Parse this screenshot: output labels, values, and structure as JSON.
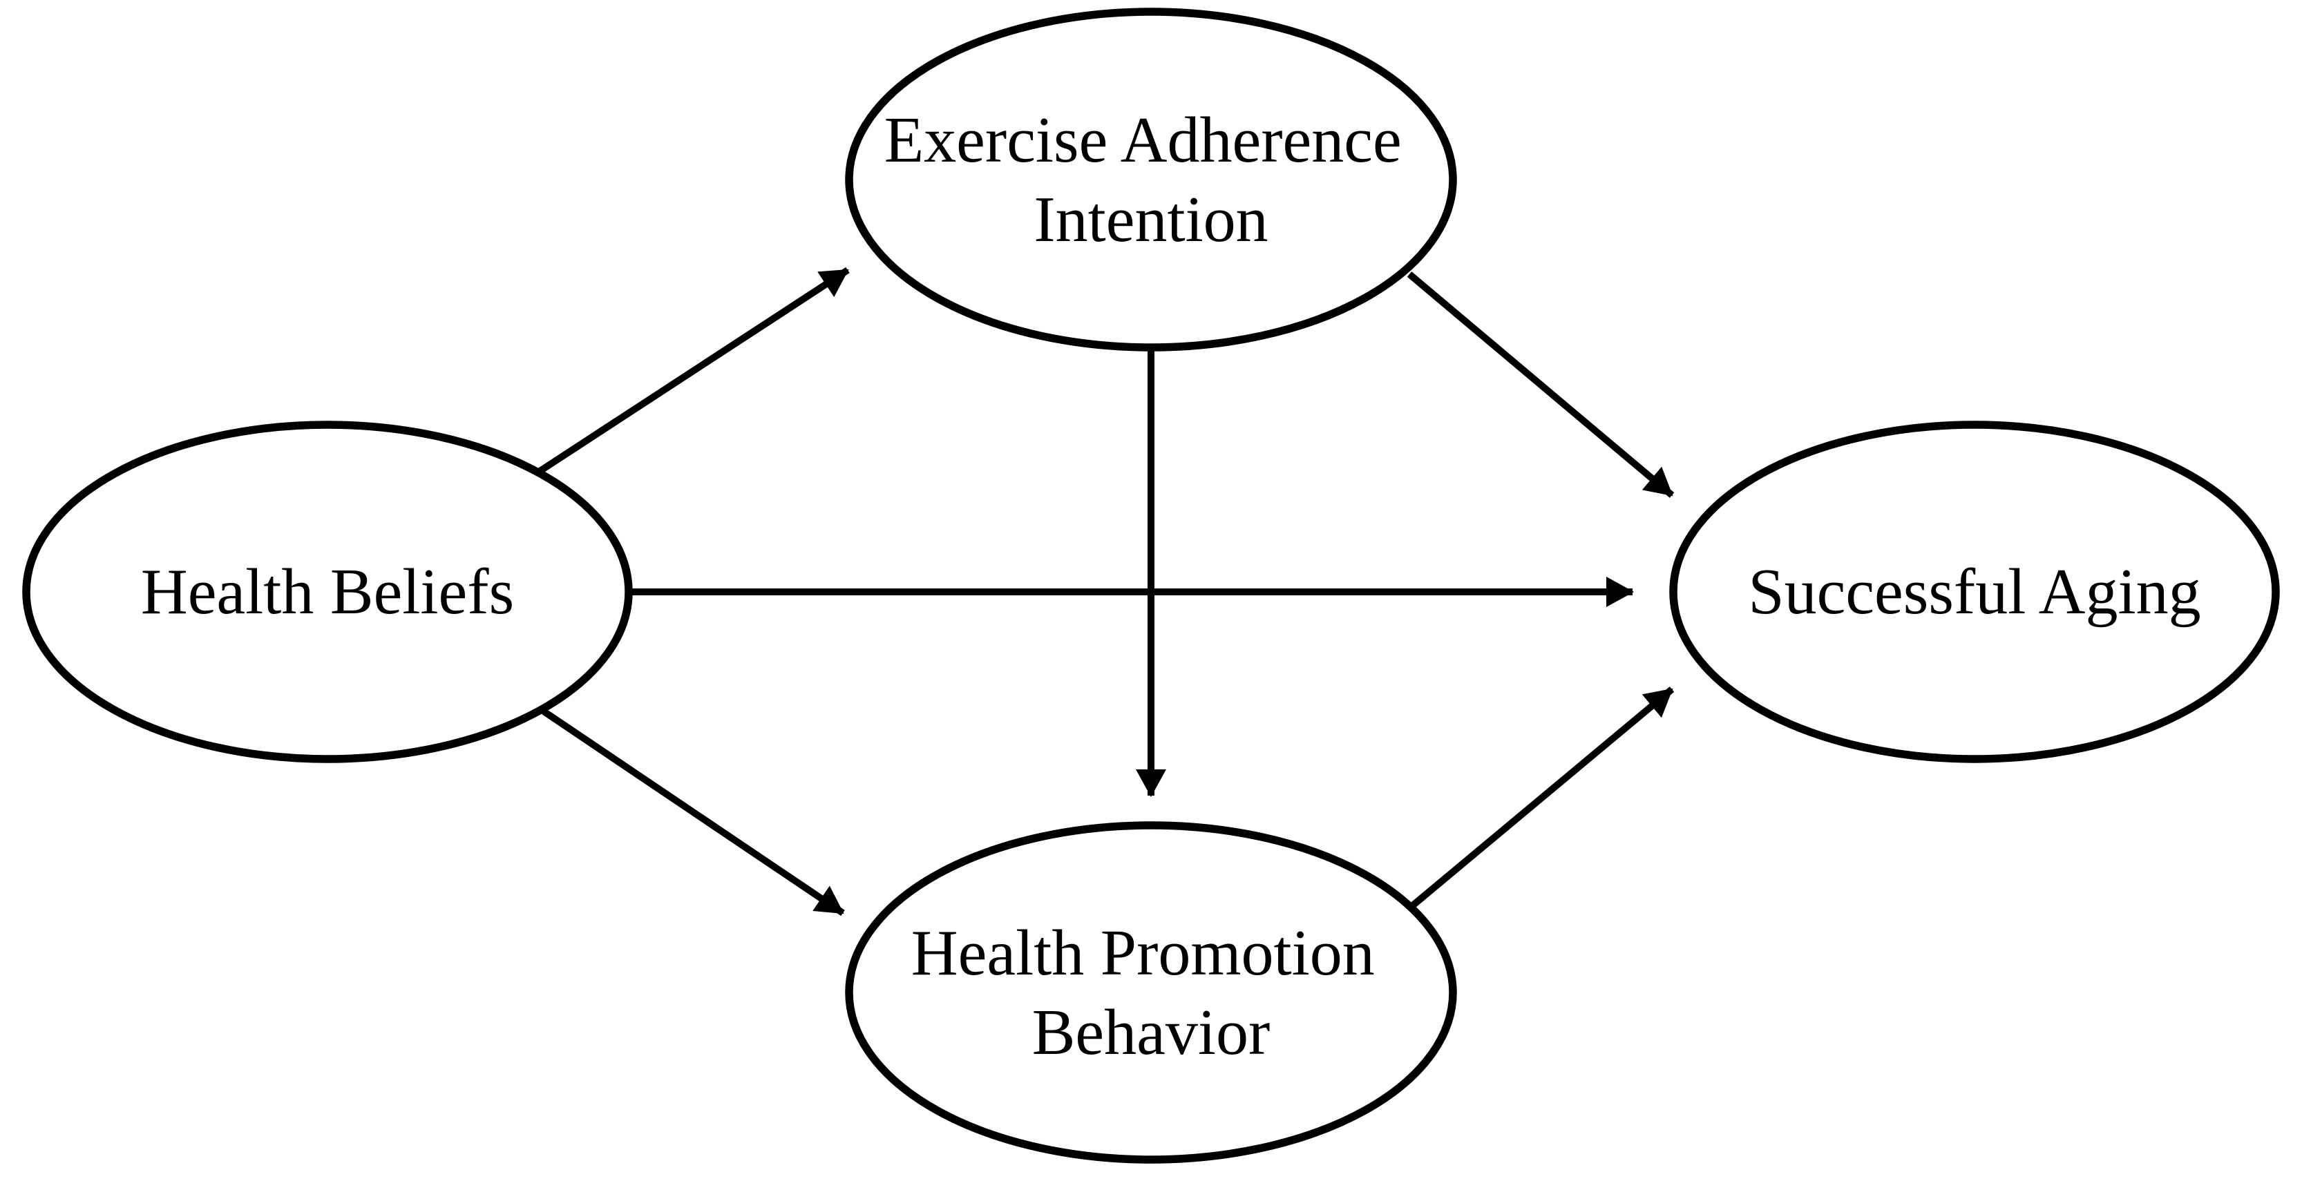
{
  "diagram": {
    "type": "path-model",
    "colors": {
      "background": "#ffffff",
      "stroke": "#000000",
      "text": "#000000"
    },
    "nodes": {
      "eai": {
        "label": "Exercise Adherence Intention",
        "lines": [
          "Exercise Adherence",
          "Intention"
        ],
        "shape": "ellipse",
        "position": "top-center"
      },
      "hb": {
        "label": "Health Beliefs",
        "lines": [
          "Health Beliefs"
        ],
        "shape": "ellipse",
        "position": "middle-left"
      },
      "sa": {
        "label": "Successful Aging",
        "lines": [
          "Successful Aging"
        ],
        "shape": "ellipse",
        "position": "middle-right"
      },
      "hpb": {
        "label": "Health Promotion Behavior",
        "lines": [
          "Health Promotion",
          "Behavior"
        ],
        "shape": "ellipse",
        "position": "bottom-center"
      }
    },
    "edges": [
      {
        "from": "hb",
        "to": "eai",
        "style": "arrow"
      },
      {
        "from": "hb",
        "to": "sa",
        "style": "arrow"
      },
      {
        "from": "hb",
        "to": "hpb",
        "style": "arrow"
      },
      {
        "from": "eai",
        "to": "sa",
        "style": "arrow"
      },
      {
        "from": "eai",
        "to": "hpb",
        "style": "arrow"
      },
      {
        "from": "hpb",
        "to": "sa",
        "style": "arrow"
      }
    ]
  }
}
